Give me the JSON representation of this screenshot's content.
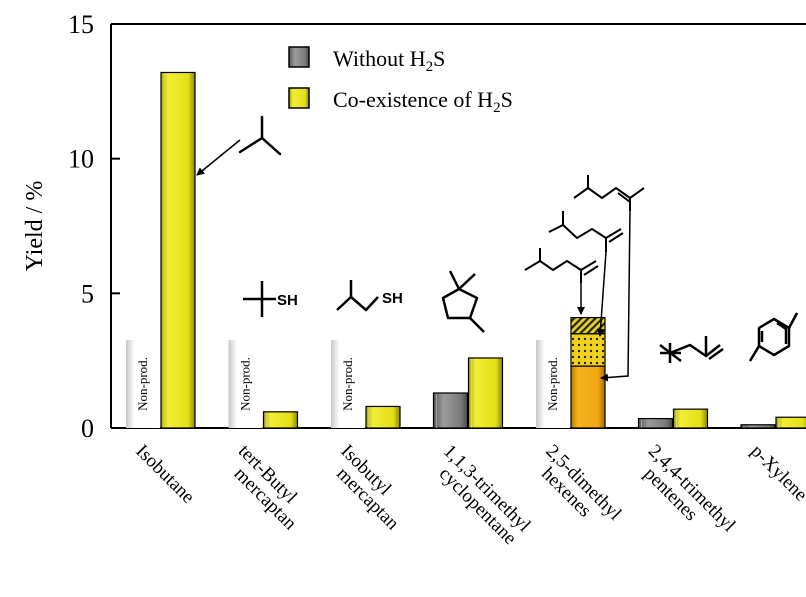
{
  "chart_data": {
    "type": "bar",
    "ylabel": "Yield / %",
    "ylim": [
      0,
      15
    ],
    "yticks": [
      0,
      5,
      10,
      15
    ],
    "categories": [
      {
        "label": "Isobutane",
        "lines": [
          "Isobutane"
        ]
      },
      {
        "label": "tert-Butyl mercaptan",
        "lines": [
          "tert-Butyl",
          "mercaptan"
        ]
      },
      {
        "label": "Isobutyl mercaptan",
        "lines": [
          "Isobutyl",
          "mercaptan"
        ]
      },
      {
        "label": "1,1,3-trimethyl cyclopentane",
        "lines": [
          "1,1,3-trimethyl",
          "cyclopentane"
        ]
      },
      {
        "label": "2,5-dimethyl hexenes",
        "lines": [
          "2,5-dimethyl",
          "hexenes"
        ]
      },
      {
        "label": "2,4,4-trimethyl pentenes",
        "lines": [
          "2,4,4-trimethyl",
          "pentenes"
        ]
      },
      {
        "label": "p-Xylene",
        "lines": [
          "p-Xylene"
        ]
      }
    ],
    "series": [
      {
        "name": "Without H2S",
        "legend_main": "Without H",
        "legend_sub": "2",
        "legend_tail": "S",
        "color": "#8a8a8a",
        "values": [
          null,
          null,
          null,
          1.3,
          null,
          0.35,
          0.12
        ]
      },
      {
        "name": "Co-existence of H2S",
        "legend_main": "Co-existence of  H",
        "legend_sub": "2",
        "legend_tail": "S",
        "color": "#e6e21c",
        "values": [
          13.2,
          0.6,
          0.8,
          2.6,
          4.1,
          0.7,
          0.4
        ]
      }
    ],
    "stacked_segments_dimethylhexenes": [
      {
        "isomer": "2,5-dimethylhex-1-ene",
        "value": 2.3,
        "pattern": "solid-orange"
      },
      {
        "isomer": "2,5-dimethylhex-2-ene (chain with double bond)",
        "value": 1.2,
        "pattern": "dots"
      },
      {
        "isomer": "2,5-dimethylhex-3-ene",
        "value": 0.6,
        "pattern": "hatch"
      }
    ],
    "non_prod_label": "Non-prod.",
    "non_prod_categories": [
      0,
      1,
      2,
      4
    ],
    "sh_label": "SH"
  }
}
